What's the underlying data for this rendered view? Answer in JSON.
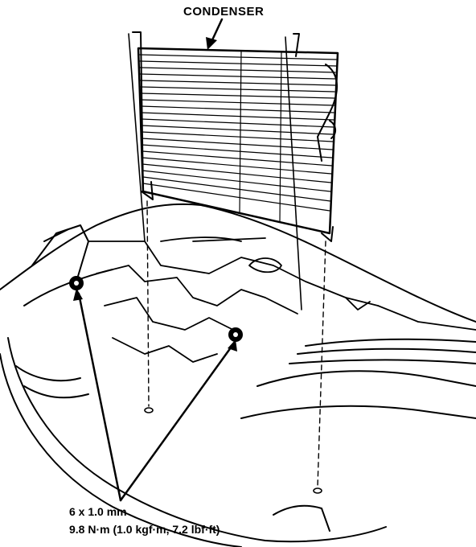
{
  "labels": {
    "condenser": "CONDENSER",
    "bolt_size": "6 x 1.0 mm",
    "torque": "9.8 N·m (1.0 kgf·m, 7.2 lbf·ft)"
  }
}
